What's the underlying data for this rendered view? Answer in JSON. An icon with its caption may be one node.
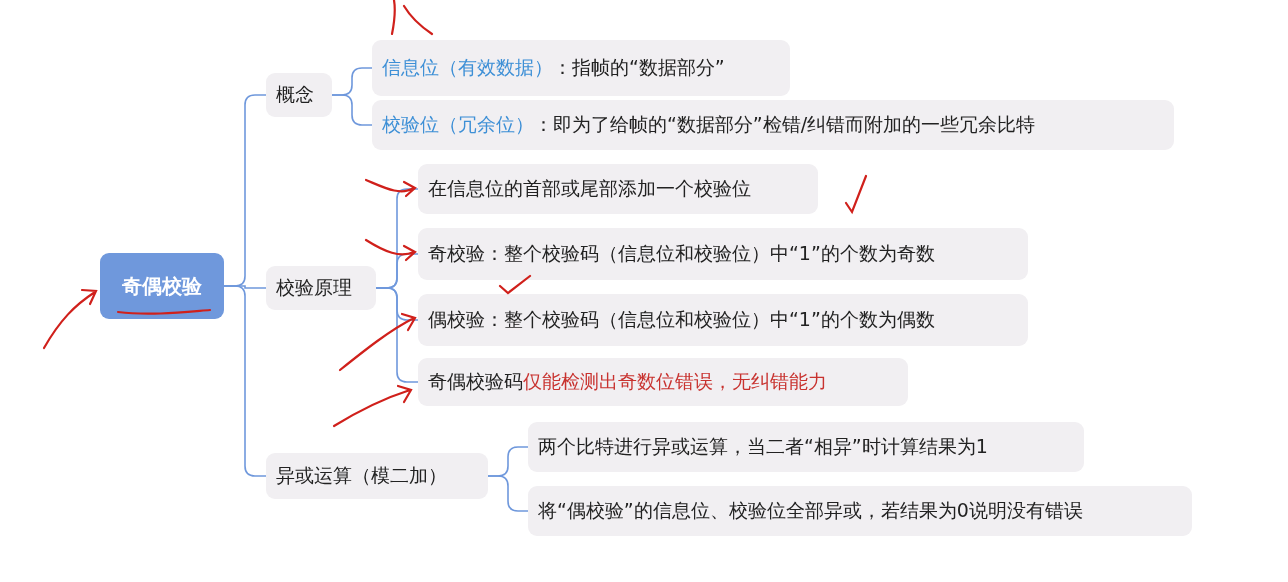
{
  "diagram": {
    "nodes": [
      {
        "text": [
          "奇偶校验"
        ]
      },
      {
        "text": [
          "概念"
        ]
      },
      {
        "text": [
          "信息位（有效数据）",
          "：指帧的“数据部分”"
        ]
      },
      {
        "text": [
          "校验位（冗余位）",
          "：即为了给帧的“数据部分”检错/纠错而附加的一些冗余比特"
        ]
      },
      {
        "text": [
          "校验原理"
        ]
      },
      {
        "text": [
          "在信息位的首部或尾部添加一个校验位"
        ]
      },
      {
        "text": [
          "奇校验：整个校验码（信息位和校验位）中“1”的个数为奇数"
        ]
      },
      {
        "text": [
          "偶校验：整个校验码（信息位和校验位）中“1”的个数为偶数"
        ]
      },
      {
        "text": [
          "奇偶校验码",
          "仅能检测出奇数位错误，无纠错能力"
        ]
      },
      {
        "text": [
          "异或运算（模二加）"
        ]
      },
      {
        "text": [
          "两个比特进行异或运算，当二者“相异”时计算结果为1"
        ]
      },
      {
        "text": [
          "将“偶校验”的信息位、校验位全部异或，若结果为0说明没有错误"
        ]
      }
    ],
    "edges": [
      {
        "from": 0,
        "to": 1,
        "arrow": "none"
      },
      {
        "from": 0,
        "to": 4,
        "arrow": "none"
      },
      {
        "from": 0,
        "to": 9,
        "arrow": "none"
      },
      {
        "from": 1,
        "to": 2,
        "arrow": "none"
      },
      {
        "from": 1,
        "to": 3,
        "arrow": "none"
      },
      {
        "from": 4,
        "to": 5,
        "arrow": "none"
      },
      {
        "from": 4,
        "to": 6,
        "arrow": "none"
      },
      {
        "from": 4,
        "to": 7,
        "arrow": "none"
      },
      {
        "from": 4,
        "to": 8,
        "arrow": "none"
      },
      {
        "from": 9,
        "to": 10,
        "arrow": "none"
      },
      {
        "from": 9,
        "to": 11,
        "arrow": "none"
      }
    ]
  }
}
